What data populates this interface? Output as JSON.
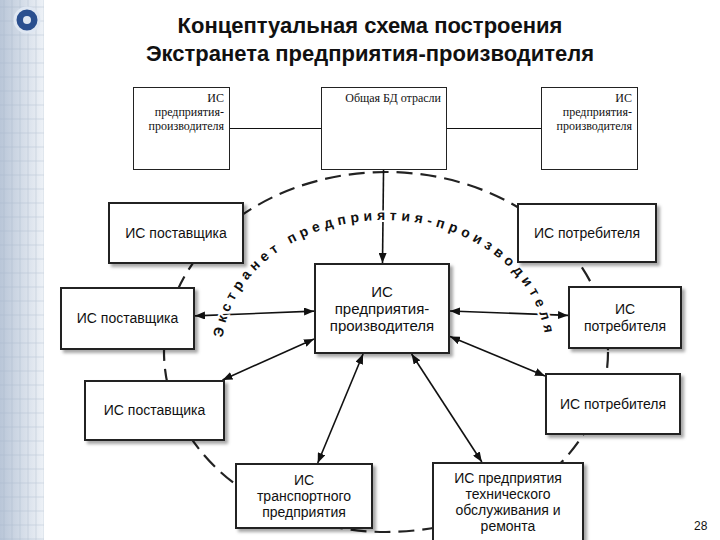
{
  "diagram": {
    "title": "Концептуальная схема построения Экстранета предприятия-производителя",
    "nodes": [
      {
        "text": [
          "ИС предприятия-производителя"
        ]
      },
      {
        "text": [
          "Общая БД отрасли"
        ]
      },
      {
        "text": [
          "ИС предприятия-производителя"
        ]
      },
      {
        "text": [
          "ИС поставщика"
        ]
      },
      {
        "text": [
          "ИС потребителя"
        ]
      },
      {
        "text": [
          "ИС предприятия-производителя"
        ]
      },
      {
        "text": [
          "ИС поставщика"
        ]
      },
      {
        "text": [
          "ИС потребителя"
        ]
      },
      {
        "text": [
          "ИС поставщика"
        ]
      },
      {
        "text": [
          "ИС потребителя"
        ]
      },
      {
        "text": [
          "ИС транспортного предприятия"
        ]
      },
      {
        "text": [
          "ИС предприятия технического обслуживания и ремонта"
        ]
      }
    ],
    "edges": [
      {
        "from": 0,
        "to": 1,
        "arrow": "none"
      },
      {
        "from": 1,
        "to": 2,
        "arrow": "none"
      },
      {
        "from": 1,
        "to": 5,
        "arrow": "to"
      },
      {
        "from": 5,
        "to": 6,
        "arrow": "both"
      },
      {
        "from": 5,
        "to": 8,
        "arrow": "both"
      },
      {
        "from": 5,
        "to": 7,
        "arrow": "both"
      },
      {
        "from": 5,
        "to": 9,
        "arrow": "both"
      },
      {
        "from": 5,
        "to": 10,
        "arrow": "both"
      },
      {
        "from": 5,
        "to": 11,
        "arrow": "both"
      }
    ],
    "labels": [
      "Экстранет предприятия-производителя",
      "28"
    ]
  }
}
